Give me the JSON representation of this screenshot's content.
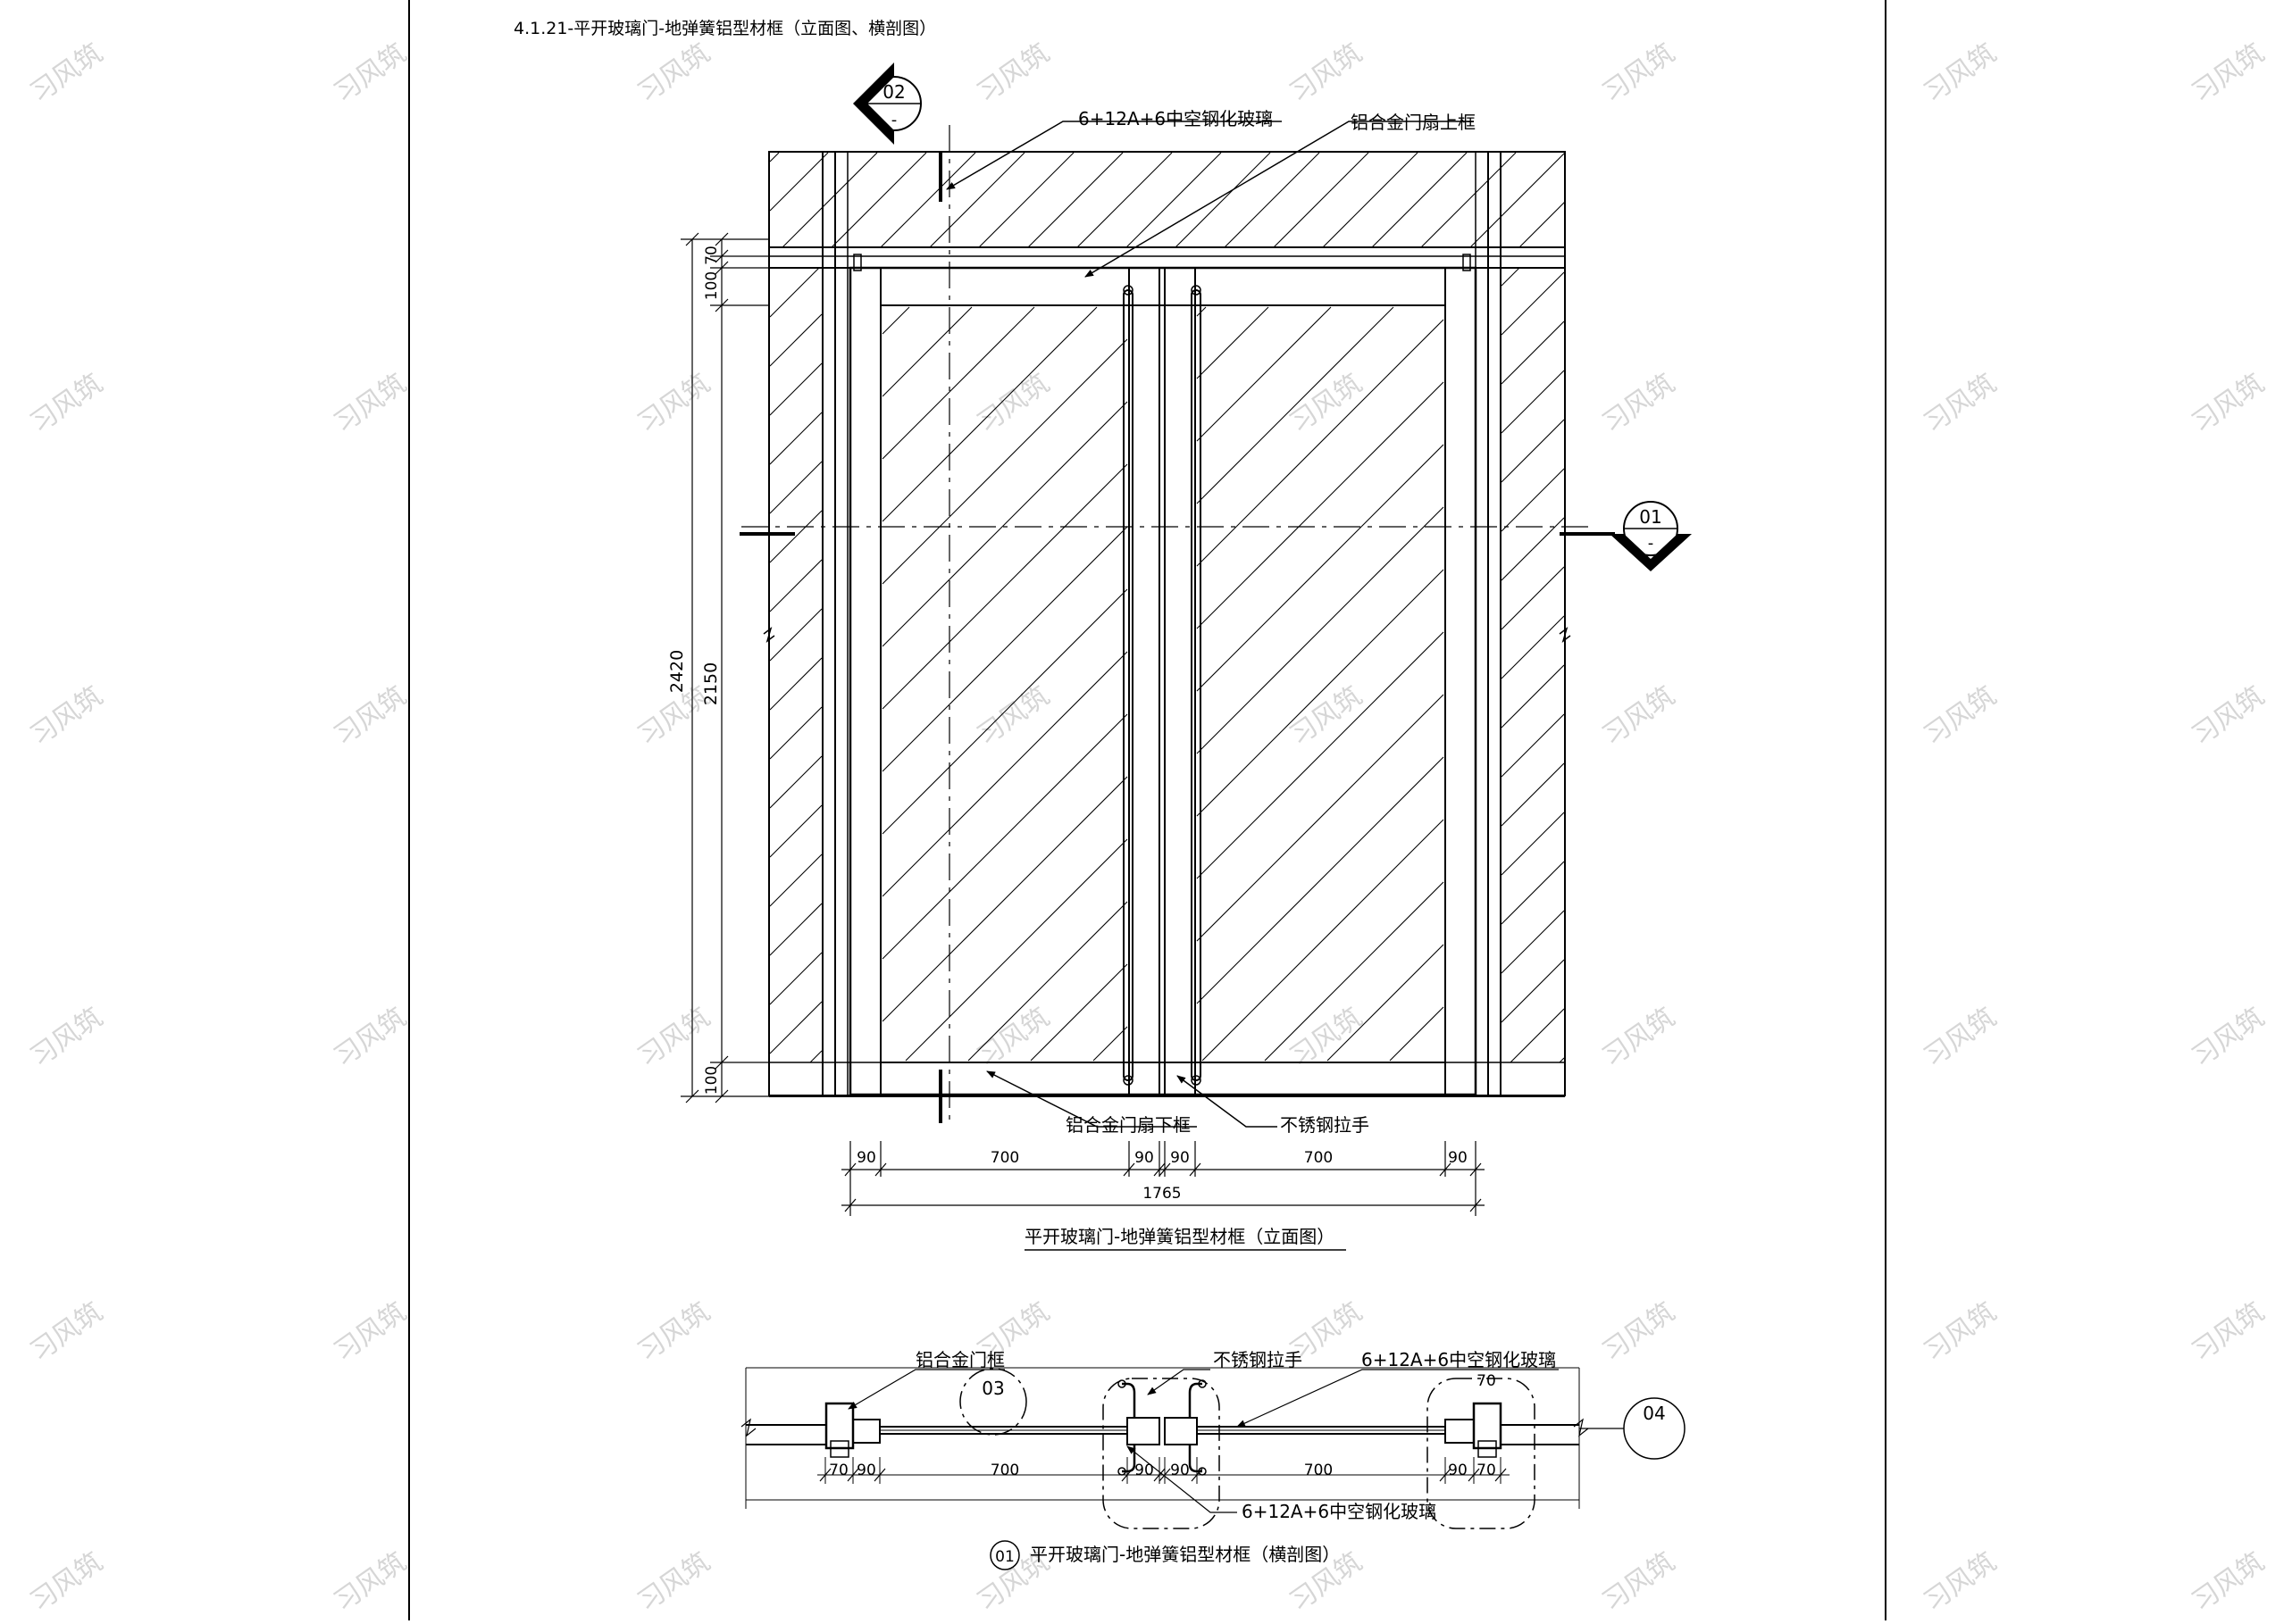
{
  "sheet": {
    "title": "4.1.21-平开玻璃门-地弹簧铝型材框（立面图、横剖图）"
  },
  "watermark": {
    "text": "习风筑"
  },
  "elevation": {
    "caption": "平开玻璃门-地弹簧铝型材框（立面图）",
    "labels": {
      "glass": "6+12A+6中空钢化玻璃",
      "top_frame": "铝合金门扇上框",
      "bottom_frame": "铝合金门扇下框",
      "handle": "不锈钢拉手"
    },
    "section_marks": {
      "top_id": "02",
      "top_sub": "-",
      "right_id": "01",
      "right_sub": "-"
    },
    "dims_vertical": {
      "total": "2420",
      "main": "2150",
      "top_a": "100",
      "top_b": "70",
      "bottom": "100"
    },
    "dims_horizontal": {
      "a": "90",
      "b": "700",
      "c": "90",
      "d": "90",
      "e": "700",
      "f": "90",
      "total": "1765"
    }
  },
  "section": {
    "caption_id": "01",
    "caption": "平开玻璃门-地弹簧铝型材框（横剖图）",
    "labels": {
      "frame": "铝合金门框",
      "handle": "不锈钢拉手",
      "glass_top": "6+12A+6中空钢化玻璃",
      "glass_bottom": "6+12A+6中空钢化玻璃"
    },
    "callouts": {
      "detail_a": "03",
      "detail_b": "04"
    },
    "dims": {
      "top_right": "70",
      "d1": "70",
      "d2": "90",
      "d3": "700",
      "d4": "90",
      "d5": "90",
      "d6": "700",
      "d7": "90",
      "d8": "70"
    }
  }
}
